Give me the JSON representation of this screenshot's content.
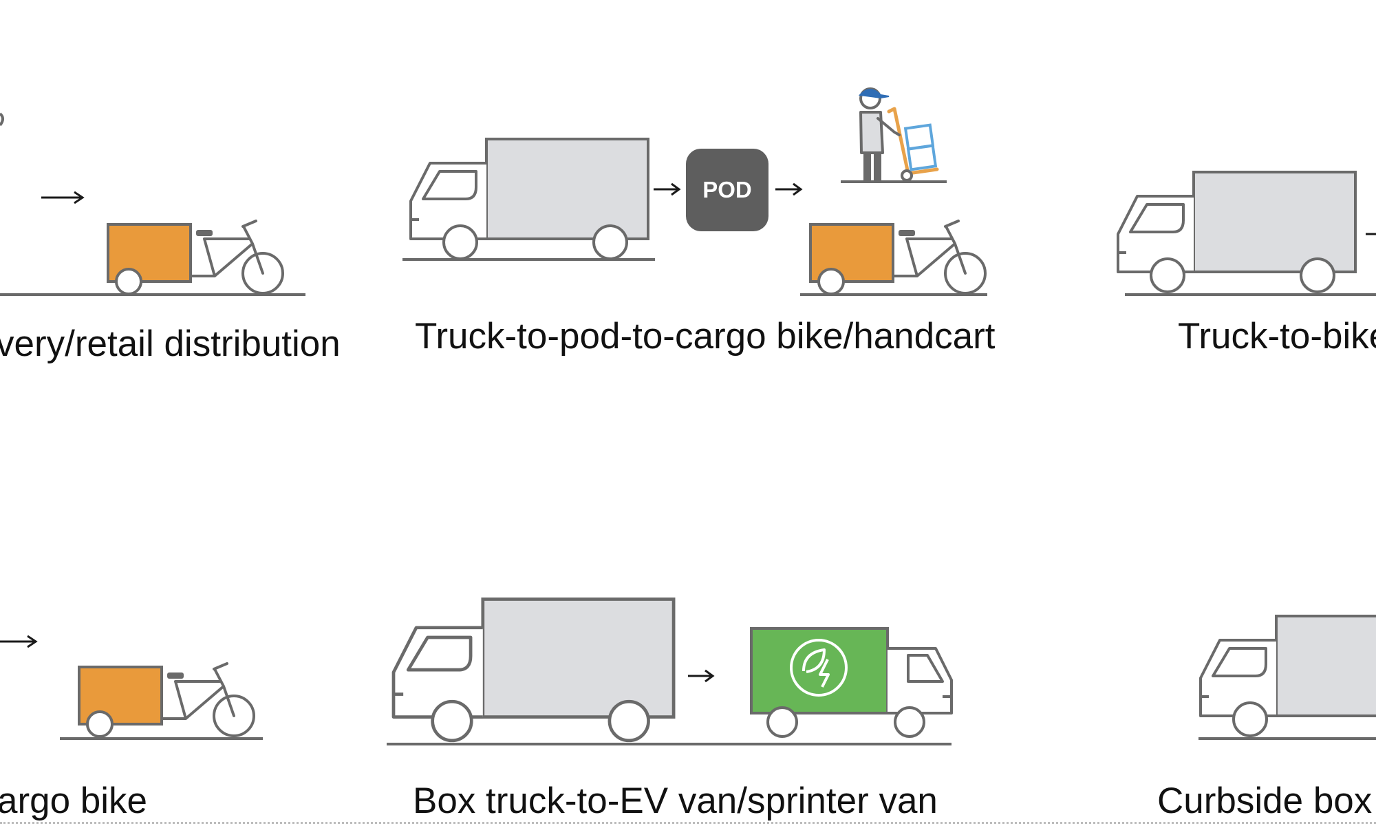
{
  "captions": {
    "top_left": "very/retail distribution",
    "top_center": "Truck-to-pod-to-cargo bike/handcart",
    "top_right": "Truck-to-bike",
    "bottom_left": "argo bike",
    "bottom_center": "Box truck-to-EV van/sprinter van",
    "bottom_right": "Curbside box"
  },
  "pod_label": "POD",
  "arrow_glyph": "→",
  "icons": {
    "truck": "box-truck-icon",
    "cargo_bike": "cargo-bike-icon",
    "pod": "pod-icon",
    "worker": "worker-handcart-icon",
    "ev_van": "ev-van-icon",
    "ev_badge": "leaf-bolt-icon"
  },
  "colors": {
    "line": "#6a6a6a",
    "truck_box": "#dcdde0",
    "cargo_box": "#e99a3b",
    "pod_fill": "#5e5e5e",
    "ev_green": "#67b656",
    "handcart": "#e8a24a",
    "parcels": "#5ea6dc",
    "cap": "#2f6db5",
    "text": "#111111"
  }
}
